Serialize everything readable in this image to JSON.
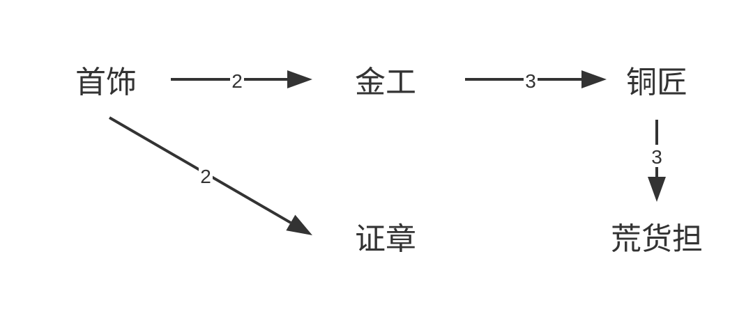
{
  "diagram": {
    "type": "directed-graph",
    "color": "#333333",
    "nodes": [
      {
        "id": "shoushi",
        "label": "首饰"
      },
      {
        "id": "jingong",
        "label": "金工"
      },
      {
        "id": "tongjiang",
        "label": "铜匠"
      },
      {
        "id": "zhengzhang",
        "label": "证章"
      },
      {
        "id": "huanghuodan",
        "label": "荒货担"
      }
    ],
    "edges": [
      {
        "from": "shoushi",
        "to": "jingong",
        "label": "2"
      },
      {
        "from": "jingong",
        "to": "tongjiang",
        "label": "3"
      },
      {
        "from": "tongjiang",
        "to": "huanghuodan",
        "label": "3"
      },
      {
        "from": "shoushi",
        "to": "zhengzhang",
        "label": "2"
      }
    ]
  }
}
